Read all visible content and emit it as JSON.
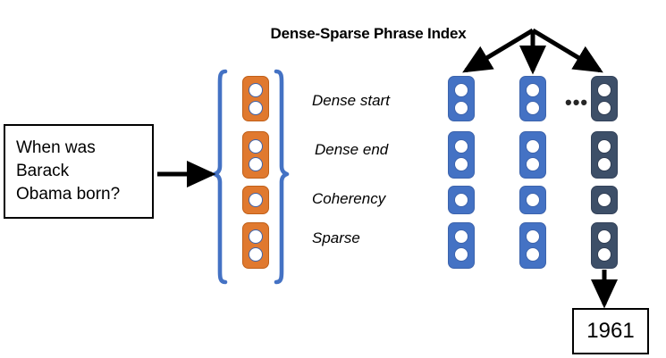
{
  "diagram": {
    "title": "Dense-Sparse Phrase Index",
    "question_box": {
      "lines": [
        "When was",
        "Barack",
        "Obama born?"
      ]
    },
    "answer_box": {
      "value": "1961"
    },
    "row_labels": [
      {
        "name": "dense-start",
        "label": "Dense start"
      },
      {
        "name": "dense-end",
        "label": "Dense end"
      },
      {
        "name": "coherency",
        "label": "Coherency"
      },
      {
        "name": "sparse",
        "label": "Sparse"
      }
    ],
    "ellipsis": "•••",
    "query_vector": {
      "color": "#E0792F",
      "blocks": [
        {
          "row": "Dense start",
          "dots": 2
        },
        {
          "row": "Dense end",
          "dots": 2
        },
        {
          "row": "Coherency",
          "dots": 1
        },
        {
          "row": "Sparse",
          "dots": 2
        }
      ]
    },
    "index_columns": [
      {
        "name": "phrase-vector-1",
        "color": "#4472C4",
        "blocks": [
          2,
          2,
          1,
          2
        ]
      },
      {
        "name": "phrase-vector-2",
        "color": "#4472C4",
        "blocks": [
          2,
          2,
          1,
          2
        ]
      },
      {
        "name": "phrase-vector-n",
        "color": "#3D4F68",
        "blocks": [
          2,
          2,
          1,
          2
        ]
      }
    ],
    "colors": {
      "query": "#E0792F",
      "index": "#4472C4",
      "selected": "#3D4F68",
      "brace": "#4472C4",
      "arrow": "#000000",
      "circle_stroke": "#3C63AC"
    },
    "arrows": {
      "question_to_index": "arrow-right",
      "fanout": "three-arrows-down",
      "result": "arrow-down"
    }
  }
}
